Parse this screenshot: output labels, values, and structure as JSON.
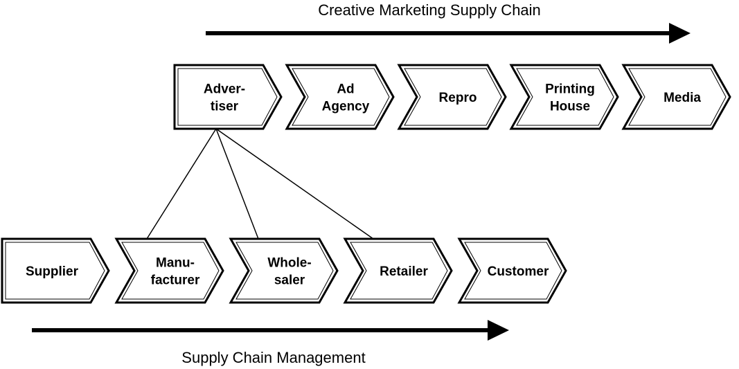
{
  "top_chain": {
    "caption": "Creative Marketing Supply Chain",
    "steps": [
      {
        "lines": [
          "Adver-",
          "tiser"
        ]
      },
      {
        "lines": [
          "Ad",
          "Agency"
        ]
      },
      {
        "lines": [
          "Repro"
        ]
      },
      {
        "lines": [
          "Printing",
          "House"
        ]
      },
      {
        "lines": [
          "Media"
        ]
      }
    ]
  },
  "bottom_chain": {
    "caption": "Supply Chain Management",
    "steps": [
      {
        "lines": [
          "Supplier"
        ]
      },
      {
        "lines": [
          "Manu-",
          "facturer"
        ]
      },
      {
        "lines": [
          "Whole-",
          "saler"
        ]
      },
      {
        "lines": [
          "Retailer"
        ]
      },
      {
        "lines": [
          "Customer"
        ]
      }
    ]
  },
  "connections": [
    {
      "from": "Adver-tiser",
      "to": "Manu-facturer"
    },
    {
      "from": "Adver-tiser",
      "to": "Whole-saler"
    },
    {
      "from": "Adver-tiser",
      "to": "Retailer"
    }
  ]
}
